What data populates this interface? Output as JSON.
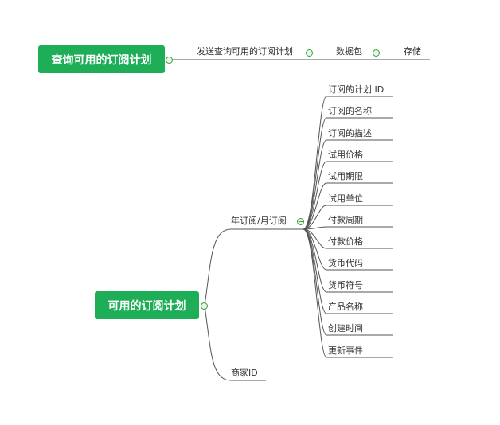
{
  "diagram": {
    "top_root": {
      "label": "查询可用的订阅计划",
      "children": [
        "发送查询可用的订阅计划",
        "数据包",
        "存储"
      ]
    },
    "bottom_root": {
      "label": "可用的订阅计划",
      "branch_annual": {
        "label": "年订阅/月订阅",
        "fields": [
          "订阅的计划 ID",
          "订阅的名称",
          "订阅的描述",
          "试用价格",
          "试用期限",
          "试用单位",
          "付款周期",
          "付款价格",
          "货币代码",
          "货币符号",
          "产品名称",
          "创建时间",
          "更新事件"
        ]
      },
      "branch_merchant": {
        "label": "商家ID"
      }
    },
    "colors": {
      "node_green": "#1fae58",
      "line": "#555555",
      "icon_green": "#3a9d3a"
    },
    "icons": {
      "collapse": "minus-circle-icon"
    }
  }
}
